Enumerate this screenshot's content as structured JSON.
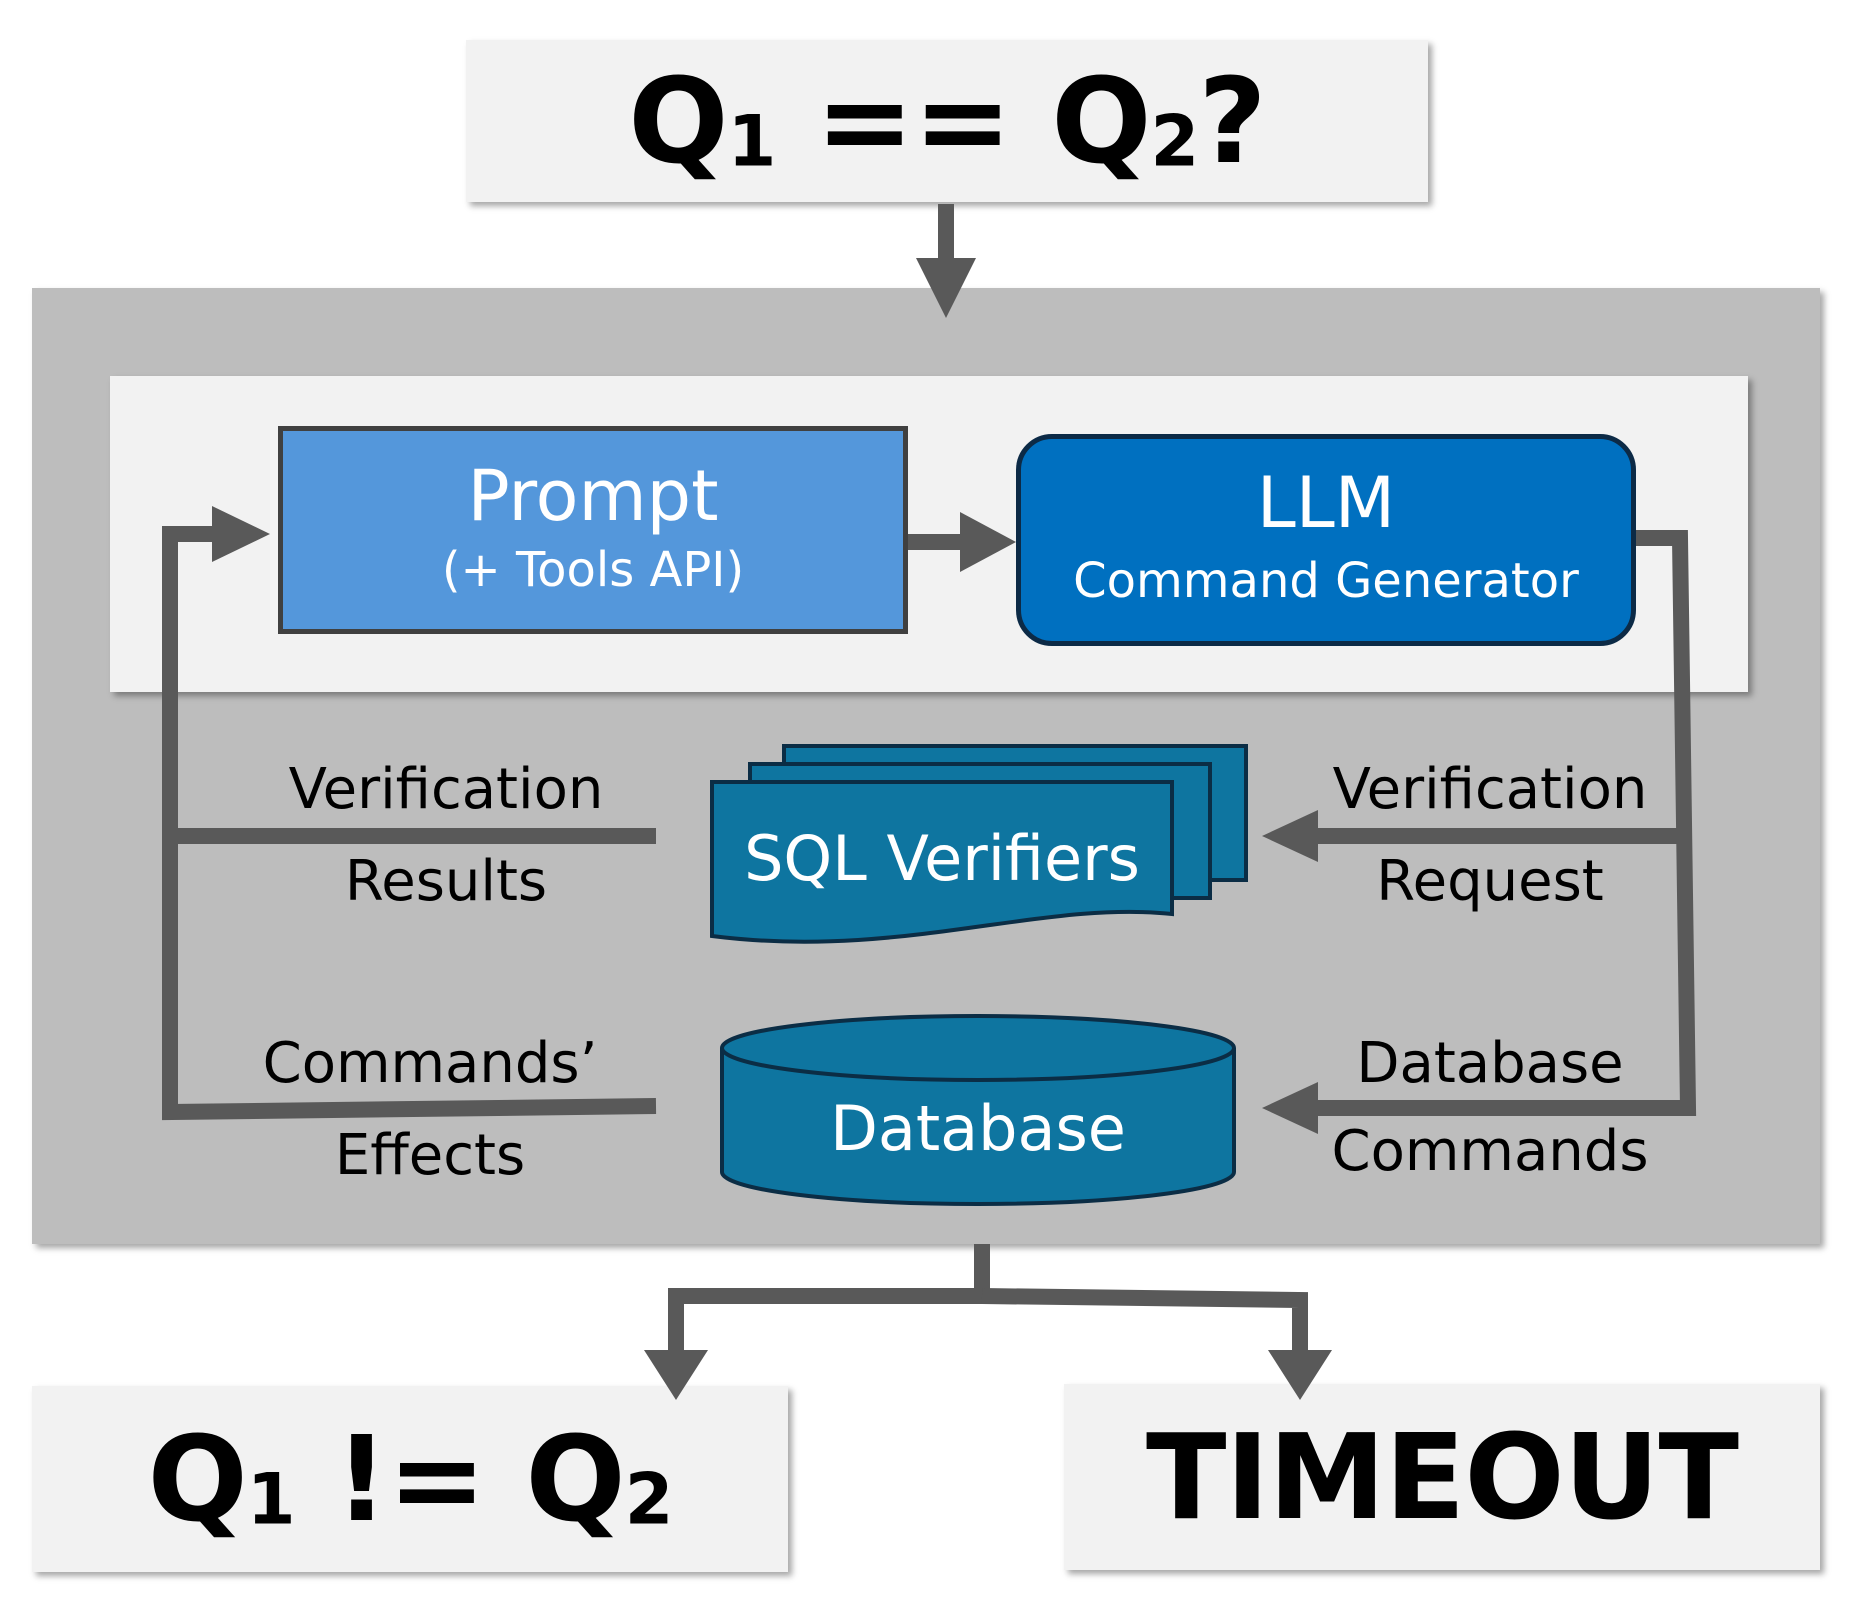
{
  "top_query": {
    "q1": "Q",
    "sub1": "1",
    "op": " == ",
    "q2": "Q",
    "sub2": "2",
    "tail": "?"
  },
  "prompt": {
    "title": "Prompt",
    "subtitle": "(+ Tools API)"
  },
  "llm": {
    "title": "LLM",
    "subtitle": "Command Generator"
  },
  "verifiers": {
    "label": "SQL Verifiers"
  },
  "database": {
    "label": "Database"
  },
  "left_labels": {
    "verification_1": "Verification",
    "verification_2": "Results",
    "effects_1": "Commands’",
    "effects_2": "Effects"
  },
  "right_labels": {
    "request_1": "Verification",
    "request_2": "Request",
    "commands_1": "Database",
    "commands_2": "Commands"
  },
  "outcome_not_equal": {
    "q1": "Q",
    "sub1": "1",
    "op": " != ",
    "q2": "Q",
    "sub2": "2"
  },
  "outcome_timeout": {
    "label": "TIMEOUT"
  },
  "colors": {
    "outer_panel": "#bdbdbd",
    "inner_panel": "#f2f2f2",
    "prompt_fill": "#5497db",
    "llm_fill": "#0070c0",
    "shape_fill": "#0e75a0",
    "arrow": "#595959"
  }
}
